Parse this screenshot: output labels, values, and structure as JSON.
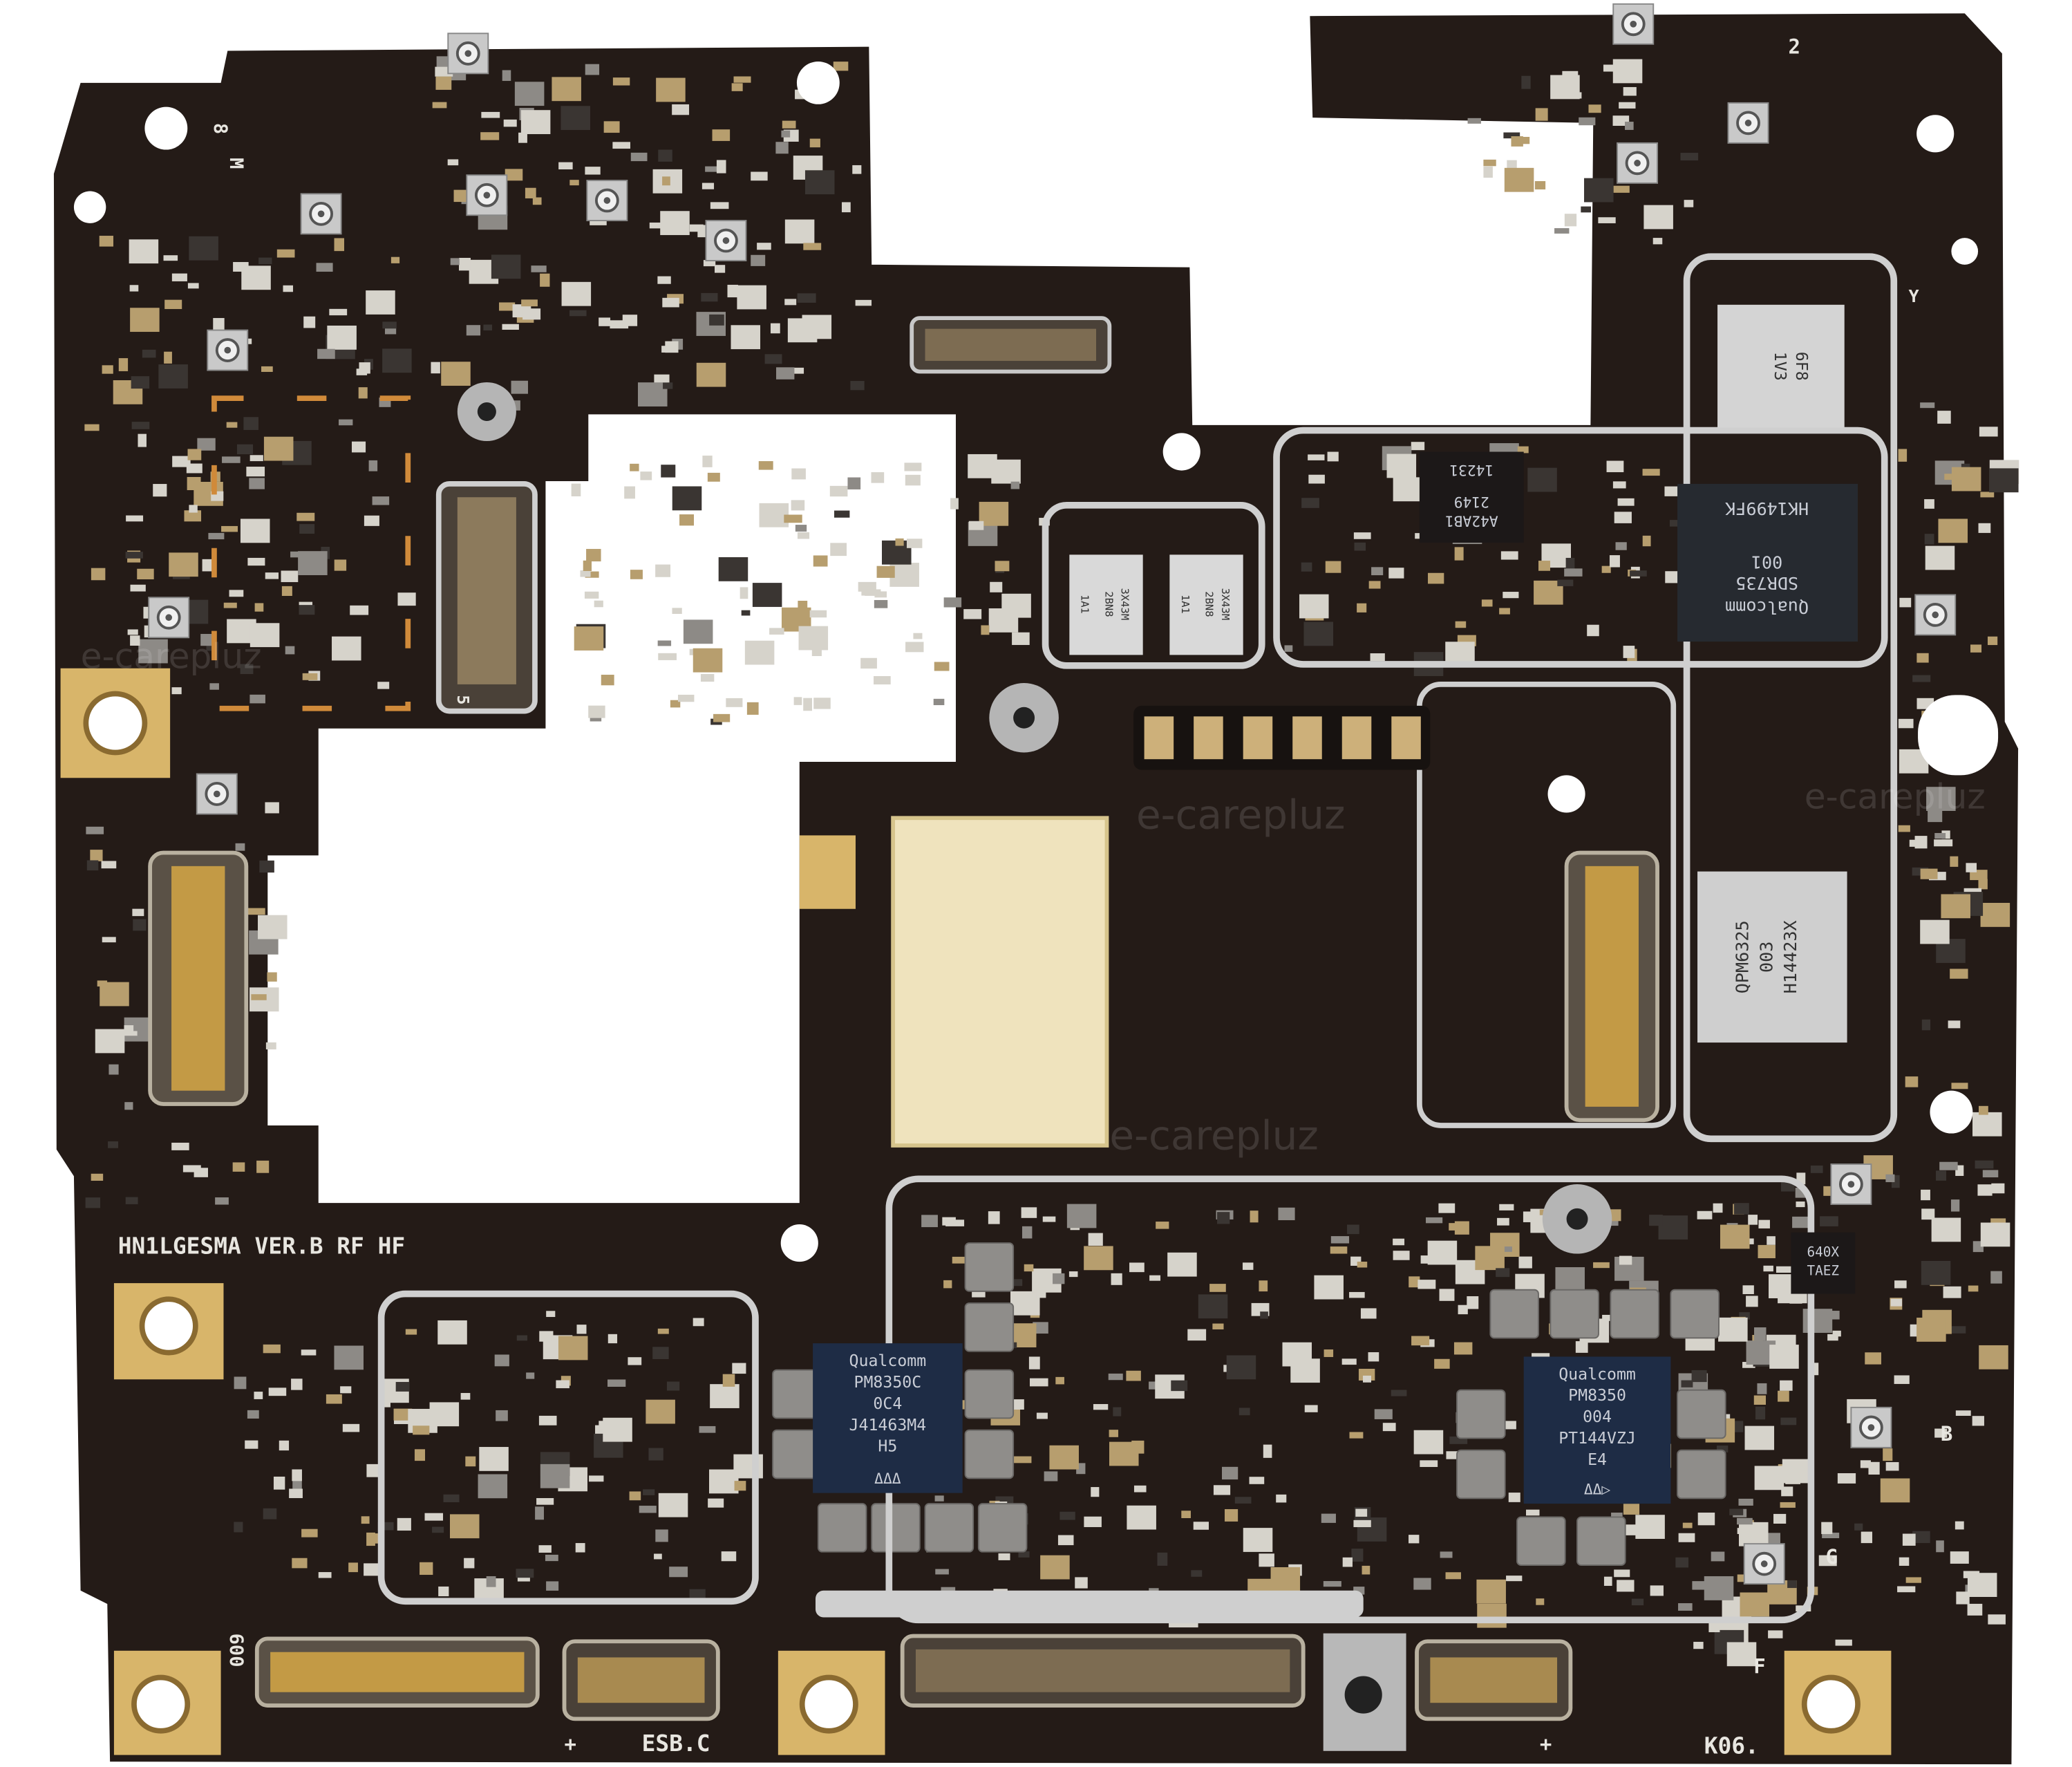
{
  "board": {
    "silkscreen": {
      "model": "HN1LGESMA VER.B RF HF",
      "bottom_left_code": "ESB.C",
      "bottom_right_code": "K06.",
      "left_vertical_code": "600",
      "mark_8": "8",
      "mark_m": "M",
      "mark_2": "2",
      "mark_y": "Y",
      "mark_b": "B",
      "mark_g": "G",
      "mark_f": "F",
      "mark_5": "5",
      "plus_left": "+",
      "plus_right": "+"
    },
    "chips": {
      "pmic_left": {
        "line1": "Qualcomm",
        "line2": "PM8350C",
        "line3": "0C4",
        "line4": "J41463M4",
        "line5": "H5",
        "line6": "ΔΔΔ"
      },
      "pmic_right": {
        "line1": "Qualcomm",
        "line2": "PM8350",
        "line3": "004",
        "line4": "PT144VZJ",
        "line5": "E4",
        "line6": "ΔΔ▷"
      },
      "transceiver": {
        "line1": "Qualcomm",
        "line2": "SDR735",
        "line3": "001",
        "line4": "HK1499FK"
      },
      "pa_module": {
        "line1": "QPM6325",
        "line2": "003",
        "line3": "H14423X"
      },
      "chip_a42": {
        "line1": "A42AB1",
        "line2": "2149",
        "line3": "14231"
      },
      "small_chip_1": {
        "line1": "3X43M",
        "line2": "2BN8",
        "line3": "1A1"
      },
      "small_chip_2": {
        "line1": "3X43M",
        "line2": "2BN8",
        "line3": "1A1"
      },
      "rf_module_top": {
        "line1": "6F8",
        "line2": "1V3"
      },
      "chip_640x": {
        "line1": "640X",
        "line2": "TAEZ"
      }
    },
    "watermark": "e-carepluz",
    "colors": {
      "pcb": "#241b17",
      "gold": "#d8b56a",
      "shield": "#c8c8c8",
      "chip_blue": "#1e2c45"
    }
  }
}
